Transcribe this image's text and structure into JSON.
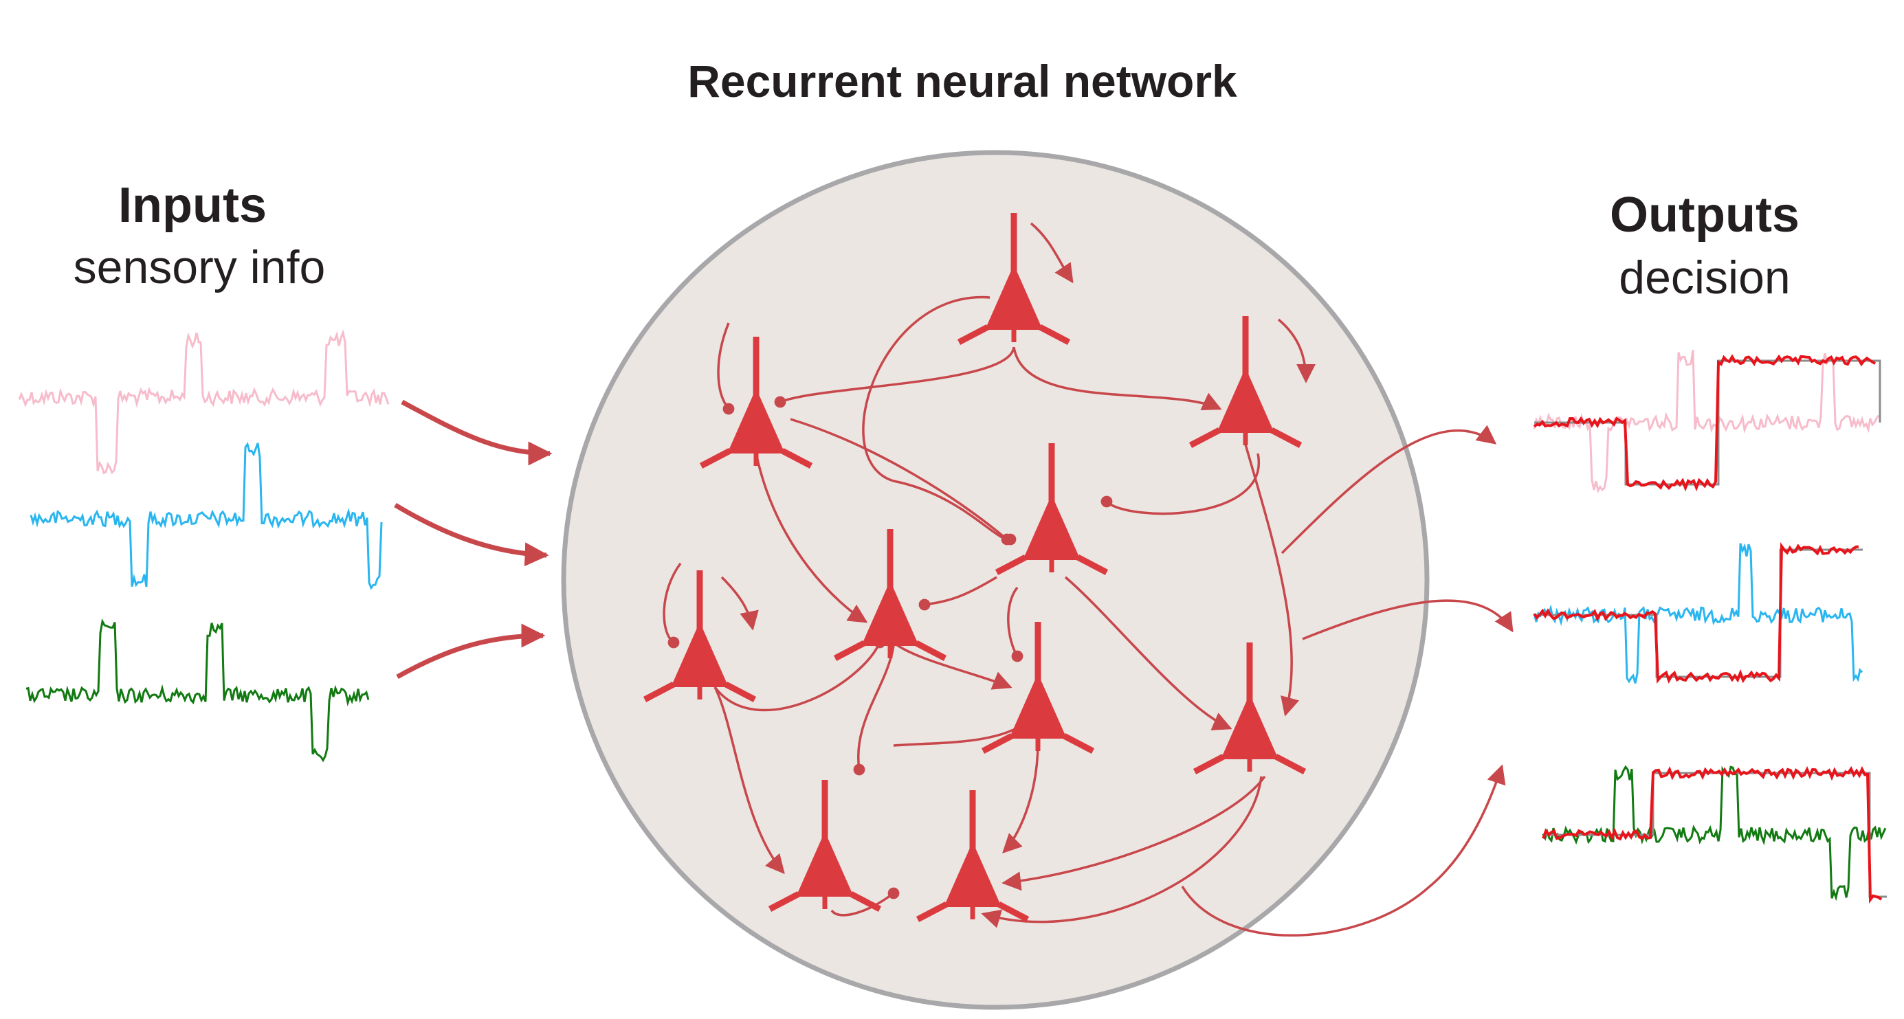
{
  "title": "Recurrent neural network",
  "inputs": {
    "heading": "Inputs",
    "subheading": "sensory info",
    "traces": [
      {
        "color": "#f7bccb"
      },
      {
        "color": "#29b6f0"
      },
      {
        "color": "#117a11"
      }
    ]
  },
  "outputs": {
    "heading": "Outputs",
    "subheading": "decision",
    "decision_color": "#e8141b",
    "target_color": "#8c8c8c"
  },
  "network": {
    "neuron_color": "#db3b3f",
    "connection_color": "#c8474b",
    "circle_fill": "#ece6e3",
    "circle_stroke": "#a8a8aa",
    "neuron_count": 10
  }
}
